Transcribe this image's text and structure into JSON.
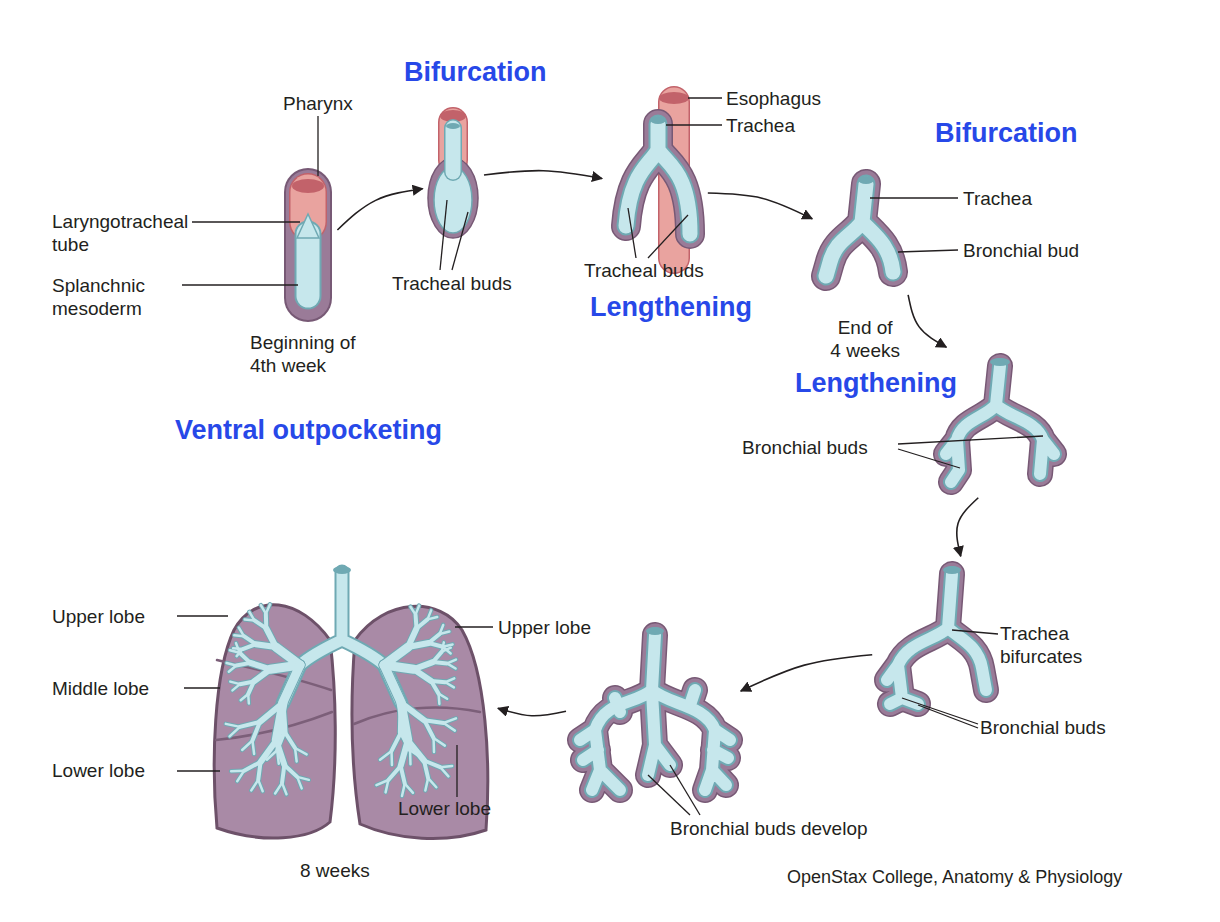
{
  "diagram": {
    "nodes": [
      {
        "text": [
          "Pharynx",
          "Laryngotracheal tube",
          "Splanchnic mesoderm",
          "Beginning of 4th week"
        ]
      },
      {
        "text": [
          "Tracheal buds"
        ]
      },
      {
        "text": [
          "Esophagus",
          "Trachea",
          "Tracheal buds"
        ]
      },
      {
        "text": [
          "Trachea",
          "Bronchial bud",
          "End of 4 weeks"
        ]
      },
      {
        "text": [
          "Bronchial buds"
        ]
      },
      {
        "text": [
          "Trachea bifurcates",
          "Bronchial buds"
        ]
      },
      {
        "text": [
          "Bronchial buds develop"
        ]
      },
      {
        "text": [
          "Upper lobe",
          "Middle lobe",
          "Lower lobe",
          "Upper lobe",
          "Lower lobe",
          "8 weeks"
        ]
      }
    ],
    "edges": [
      {
        "from": 0,
        "to": 1,
        "arrow": "to"
      },
      {
        "from": 1,
        "to": 2,
        "arrow": "to"
      },
      {
        "from": 2,
        "to": 3,
        "arrow": "to"
      },
      {
        "from": 3,
        "to": 4,
        "arrow": "to"
      },
      {
        "from": 4,
        "to": 5,
        "arrow": "to"
      },
      {
        "from": 5,
        "to": 6,
        "arrow": "to"
      },
      {
        "from": 6,
        "to": 7,
        "arrow": "to"
      }
    ],
    "labels": [
      "Bifurcation",
      "Bifurcation",
      "Lengthening",
      "Lengthening",
      "Ventral outpocketing",
      "OpenStax College, Anatomy & Physiology"
    ]
  }
}
